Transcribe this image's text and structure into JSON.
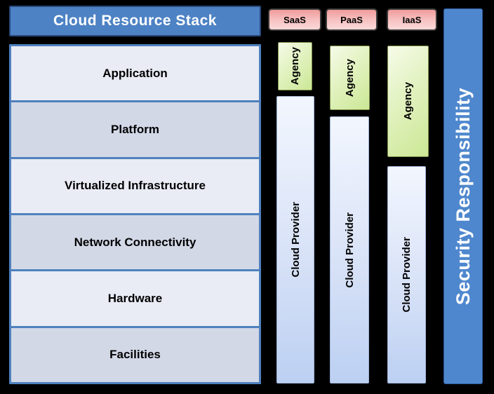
{
  "diagram": {
    "background_color": "#000000",
    "stack": {
      "title": "Cloud Resource Stack",
      "layers": [
        "Application",
        "Platform",
        "Virtualized Infrastructure",
        "Network Connectivity",
        "Hardware",
        "Facilities"
      ]
    },
    "columns": [
      {
        "model": "SaaS",
        "agency_label": "Agency",
        "provider_label": "Cloud Provider"
      },
      {
        "model": "PaaS",
        "agency_label": "Agency",
        "provider_label": "Cloud Provider"
      },
      {
        "model": "IaaS",
        "agency_label": "Agency",
        "provider_label": "Cloud Provider"
      }
    ],
    "security_bar_label": "Security Responsibility",
    "colors": {
      "title_bar_fill": "#4d82c4",
      "stack_border": "#4f81bd",
      "layer_light": "#e9ecf5",
      "layer_dark": "#d3d8e7",
      "model_chip_fill": "#f7c3c3",
      "agency_fill": "#d9eeb0",
      "provider_fill": "#cfdef6",
      "security_fill": "#4e87cd"
    }
  }
}
